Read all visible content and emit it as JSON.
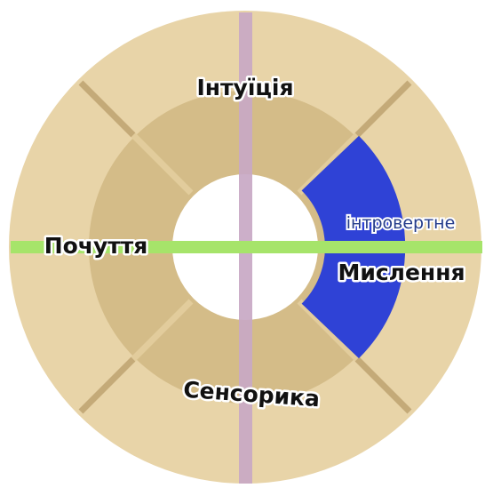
{
  "functions": {
    "intuition": "Інтуїція",
    "feeling": "Почуття",
    "thinking": "Мислення",
    "sensing": "Сенсорика"
  },
  "highlight": {
    "label": "інтровертне",
    "function": "thinking"
  },
  "colors": {
    "outer_ring": "#e8d4a8",
    "inner_ring": "#d4bc88",
    "dividers": "#c4aa78",
    "highlight": "#2f42d6",
    "highlight_text": "#233b8a",
    "vertical_axis": "#c8a8c4",
    "horizontal_axis": "#a6e46a",
    "center": "#ffffff"
  }
}
